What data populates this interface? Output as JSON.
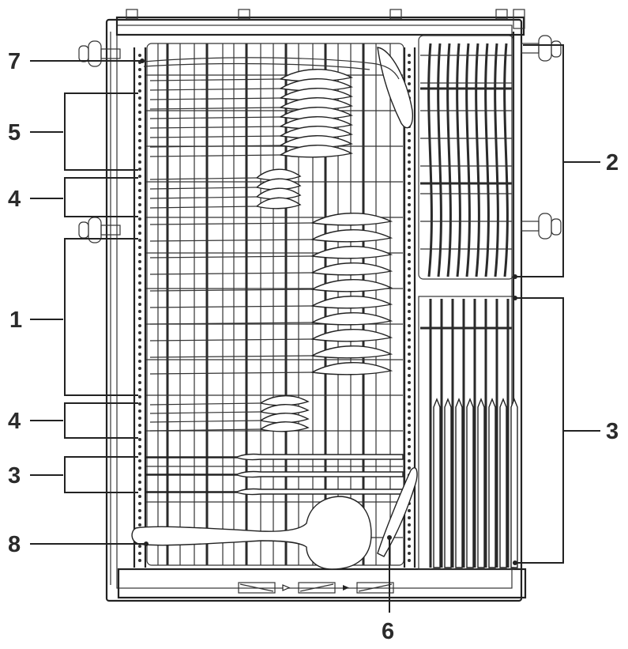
{
  "callouts": {
    "c1": "1",
    "c2": "2",
    "c3_left": "3",
    "c3_right": "3",
    "c4_top": "4",
    "c4_bottom": "4",
    "c5": "5",
    "c6": "6",
    "c7": "7",
    "c8": "8"
  },
  "colors": {
    "ink": "#222222",
    "background": "#ffffff"
  },
  "icons": [
    "arrow-right-icon",
    "arrow-right-icon"
  ]
}
